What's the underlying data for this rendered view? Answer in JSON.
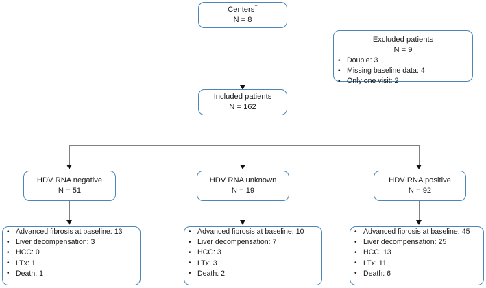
{
  "figure": {
    "type": "flowchart",
    "orientation": "top-down",
    "colors": {
      "box_border": "#4a87b8",
      "box_fill": "#ffffff",
      "connector": "#808080",
      "arrowhead": "#111111",
      "text": "#1a1a1a"
    }
  },
  "nodes": {
    "centers": {
      "title": "Centers",
      "marker": "†",
      "count": "N = 8"
    },
    "excluded": {
      "title": "Excluded patients",
      "count": "N = 9",
      "items": [
        "Double: 3",
        "Missing baseline data: 4",
        "Only one visit: 2"
      ]
    },
    "included": {
      "title": "Included patients",
      "count": "N = 162"
    },
    "branches": [
      {
        "id": "hdv-rna-negative",
        "title": "HDV RNA negative",
        "count": "N = 51",
        "outcomes": [
          "Advanced fibrosis at baseline: 13",
          "Liver decompensation: 3",
          "HCC: 0",
          "LTx: 1",
          "Death: 1"
        ]
      },
      {
        "id": "hdv-rna-unknown",
        "title": "HDV RNA unknown",
        "count": "N = 19",
        "outcomes": [
          "Advanced fibrosis at baseline: 10",
          "Liver decompensation: 7",
          "HCC: 3",
          "LTx: 3",
          "Death: 2"
        ]
      },
      {
        "id": "hdv-rna-positive",
        "title": "HDV RNA positive",
        "count": "N = 92",
        "outcomes": [
          "Advanced fibrosis at baseline: 45",
          "Liver decompensation: 25",
          "HCC: 13",
          "LTx: 11",
          "Death: 6"
        ]
      }
    ]
  }
}
